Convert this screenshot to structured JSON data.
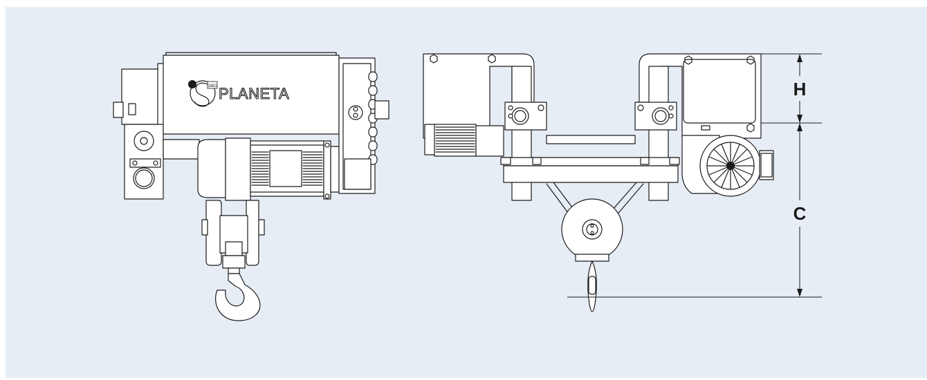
{
  "brand": {
    "name": "PLANETA",
    "badge": "1881"
  },
  "dimensions": {
    "h_label": "H",
    "c_label": "C"
  },
  "colors": {
    "background": "#e6edf5",
    "line": "#1a1a1a",
    "fill": "#ffffff"
  }
}
